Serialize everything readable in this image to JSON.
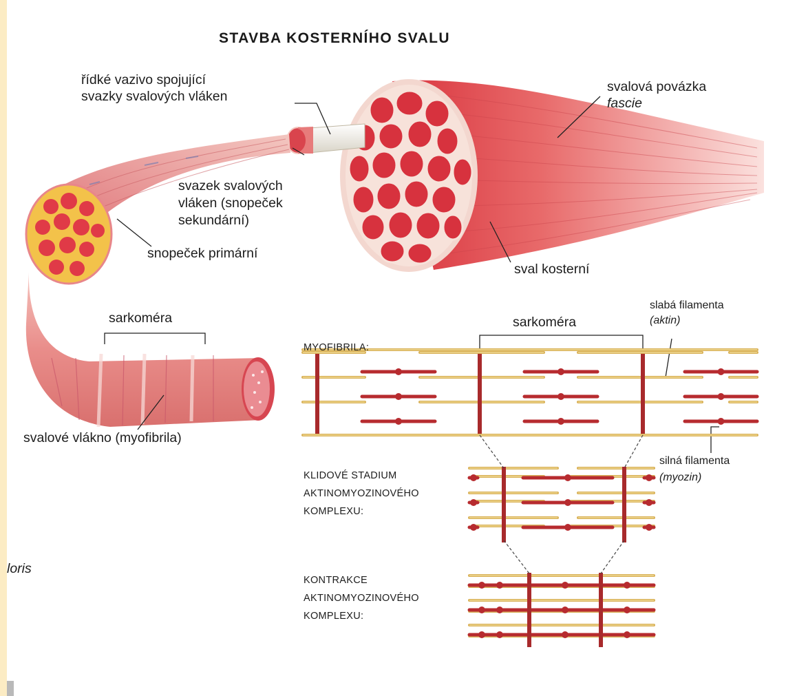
{
  "title": "STAVBA KOSTERNÍHO SVALU",
  "labels": {
    "ridke_vazivo_line1": "řídké vazivo spojující",
    "ridke_vazivo_line2": "svazky svalových vláken",
    "svalova_povazka": "svalová povázka",
    "fascie": "fascie",
    "svazek_line1": "svazek svalových",
    "svazek_line2": "vláken (snopeček",
    "svazek_line3": "sekundární)",
    "snopecek_primarni": "snopeček primární",
    "sval_kosterni": "sval kosterní",
    "sarkomera_left": "sarkoméra",
    "sarkomera_right": "sarkoméra",
    "svalove_vlakno": "svalové vlákno (myofibrila)",
    "myofibrila": "MYOFIBRILA:",
    "slaba_filamenta": "slabá filamenta",
    "aktin": "(aktin)",
    "silna_filamenta": "silná filamenta",
    "myozin": "(myozin)",
    "klidove_line1": "KLIDOVÉ STADIUM",
    "klidove_line2": "AKTINOMYOZINOVÉHO",
    "klidove_line3": "KOMPLEXU:",
    "kontrakce_line1": "KONTRAKCE",
    "kontrakce_line2": "AKTINOMYOZINOVÉHO",
    "kontrakce_line3": "KOMPLEXU:",
    "edge_fragment": "loris"
  },
  "colors": {
    "page_border": "#fcecc4",
    "background": "#ffffff",
    "muscle_red": "#e04848",
    "muscle_dark": "#c52a35",
    "muscle_light": "#f7b3b0",
    "fascicle_yellow": "#f3c24a",
    "actin_gold": "#d9b25a",
    "myosin_red": "#b72b2f",
    "z_line": "#a82a2c",
    "text": "#1d1d1d"
  }
}
